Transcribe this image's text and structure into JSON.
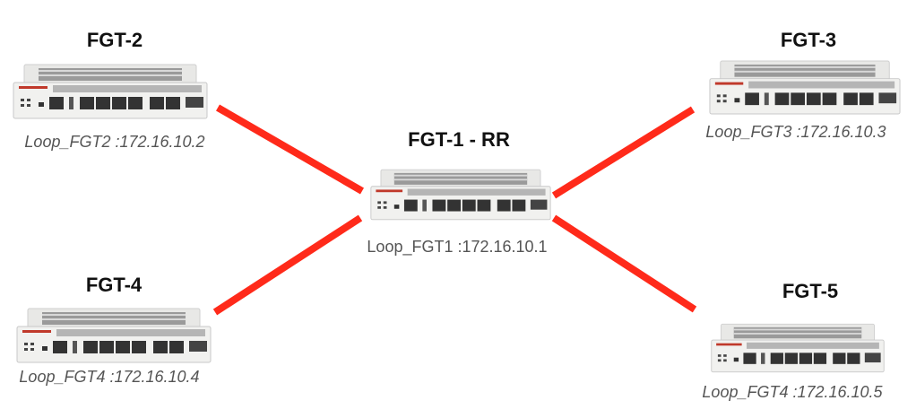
{
  "link_color": "#ff2a1a",
  "devices": [
    {
      "id": "fgt1",
      "name": "FGT-1 - RR",
      "loopback": "Loop_FGT1 :172.16.10.1"
    },
    {
      "id": "fgt2",
      "name": "FGT-2",
      "loopback": "Loop_FGT2 :172.16.10.2"
    },
    {
      "id": "fgt3",
      "name": "FGT-3",
      "loopback": "Loop_FGT3 :172.16.10.3"
    },
    {
      "id": "fgt4",
      "name": "FGT-4",
      "loopback": "Loop_FGT4 :172.16.10.4"
    },
    {
      "id": "fgt5",
      "name": "FGT-5",
      "loopback": "Loop_FGT4 :172.16.10.5"
    }
  ],
  "links": [
    {
      "from": "FGT-1 - RR",
      "to": "FGT-2"
    },
    {
      "from": "FGT-1 - RR",
      "to": "FGT-3"
    },
    {
      "from": "FGT-1 - RR",
      "to": "FGT-4"
    },
    {
      "from": "FGT-1 - RR",
      "to": "FGT-5"
    }
  ]
}
